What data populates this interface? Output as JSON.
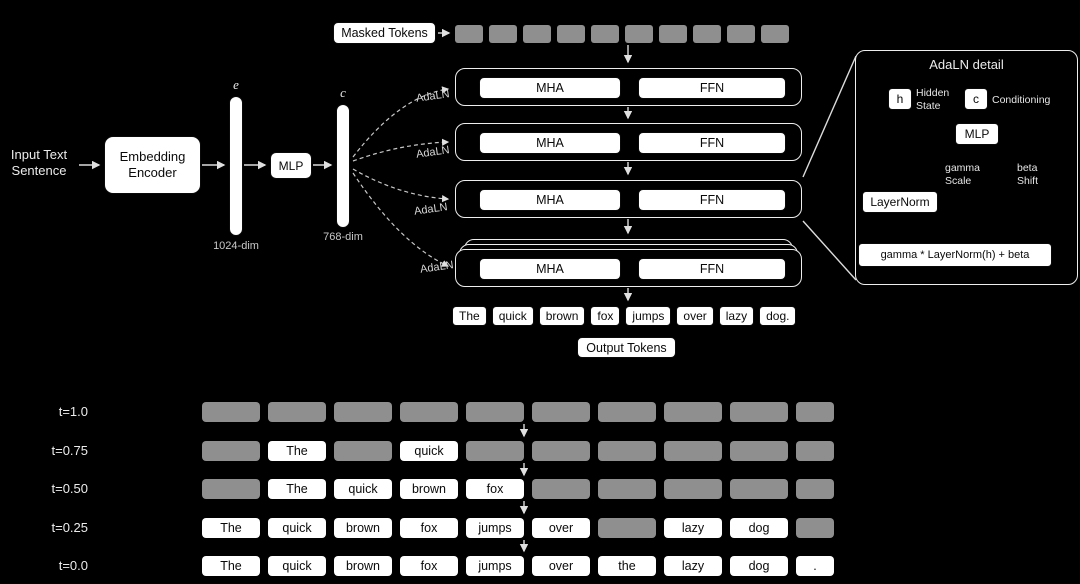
{
  "diagram": {
    "input_label_line1": "Input Text",
    "input_label_line2": "Sentence",
    "embedding_encoder_line1": "Embedding",
    "embedding_encoder_line2": "Encoder",
    "mlp_label": "MLP",
    "e_label": "e",
    "e_dim": "1024-dim",
    "c_label": "c",
    "c_dim": "768-dim",
    "masked_tokens_label": "Masked Tokens",
    "masked_token_count": 10,
    "adaln_label": "AdaLN",
    "mha_label": "MHA",
    "ffn_label": "FFN",
    "output_tokens_label": "Output Tokens",
    "output_tokens": [
      "The",
      "quick",
      "brown",
      "fox",
      "jumps",
      "over",
      "lazy",
      "dog."
    ]
  },
  "adaln_detail": {
    "title": "AdaLN detail",
    "h_label": "h",
    "h_caption_line1": "Hidden",
    "h_caption_line2": "State",
    "c_label": "c",
    "c_caption": "Conditioning",
    "mlp_label": "MLP",
    "gamma_line1": "gamma",
    "gamma_line2": "Scale",
    "beta_line1": "beta",
    "beta_line2": "Shift",
    "layernorm_label": "LayerNorm",
    "formula": "gamma * LayerNorm(h) + beta"
  },
  "timeline": {
    "rows": [
      {
        "t": "t=1.0",
        "tokens": [
          null,
          null,
          null,
          null,
          null,
          null,
          null,
          null,
          null,
          null
        ]
      },
      {
        "t": "t=0.75",
        "tokens": [
          null,
          "The",
          null,
          "quick",
          null,
          null,
          null,
          null,
          null,
          null
        ]
      },
      {
        "t": "t=0.50",
        "tokens": [
          null,
          "The",
          "quick",
          "brown",
          "fox",
          null,
          null,
          null,
          null,
          null
        ]
      },
      {
        "t": "t=0.25",
        "tokens": [
          "The",
          "quick",
          "brown",
          "fox",
          "jumps",
          "over",
          null,
          "lazy",
          "dog",
          null
        ]
      },
      {
        "t": "t=0.0",
        "tokens": [
          "The",
          "quick",
          "brown",
          "fox",
          "jumps",
          "over",
          "the",
          "lazy",
          "dog",
          "."
        ]
      }
    ]
  }
}
